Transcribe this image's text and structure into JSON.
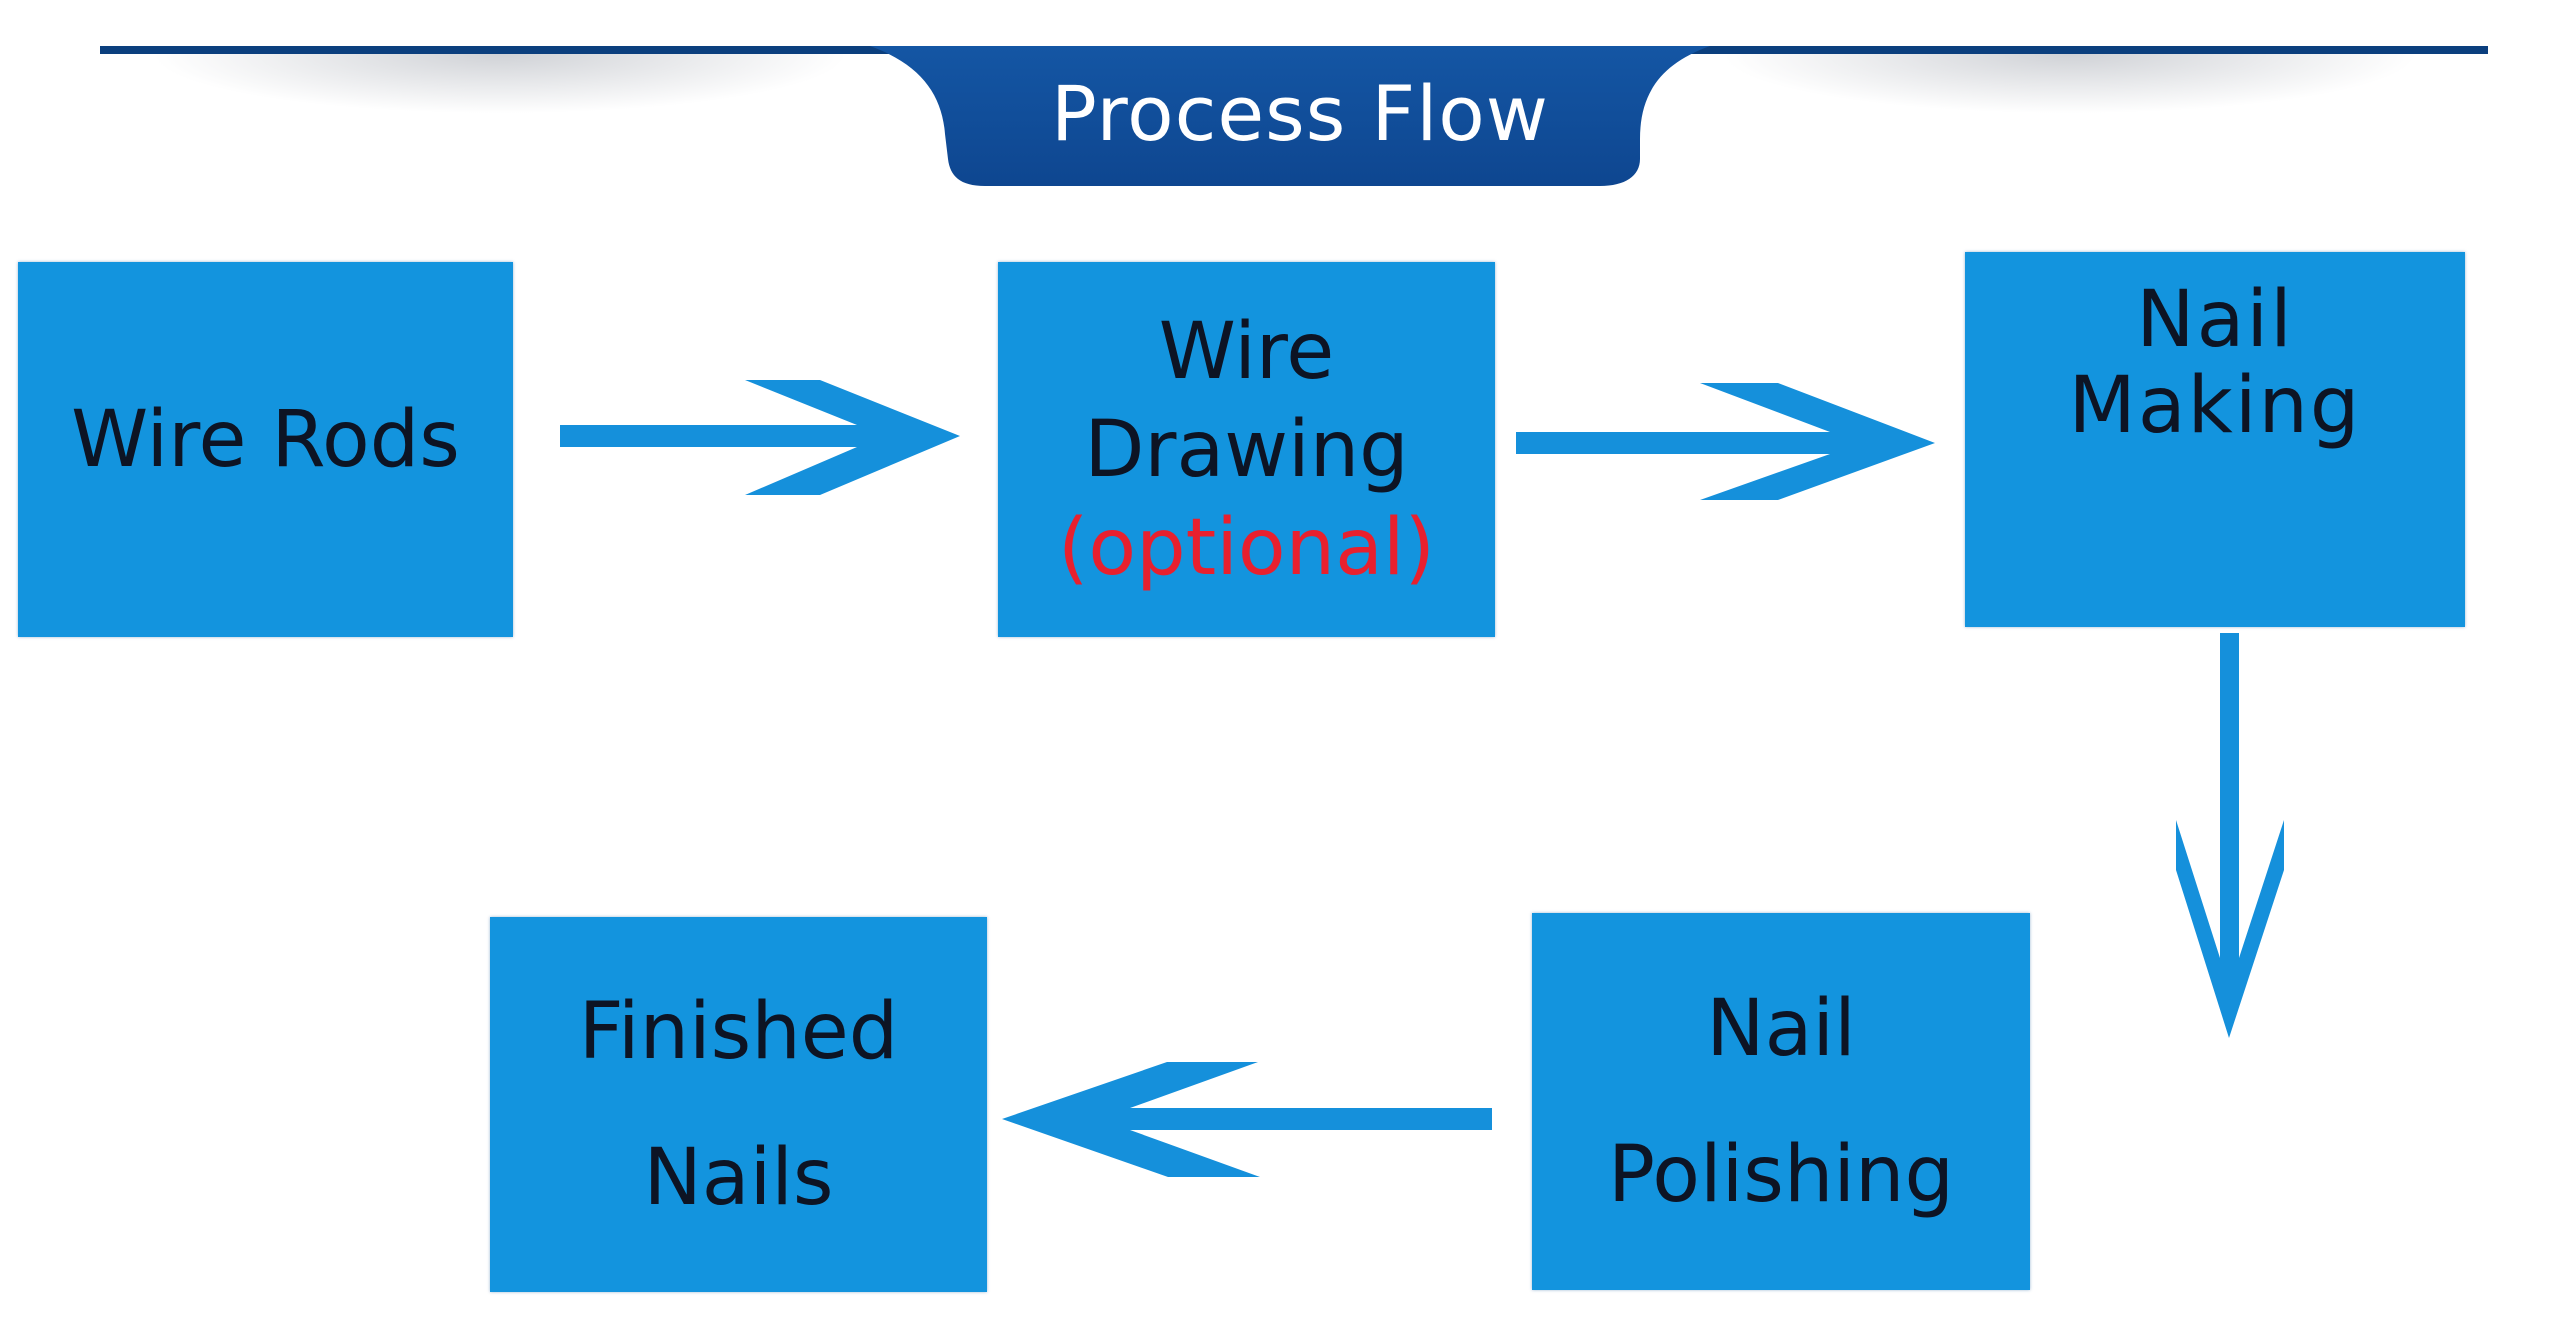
{
  "header": {
    "title": "Process Flow",
    "accent_color": "#0b3f7e"
  },
  "colors": {
    "box_fill": "#1394de",
    "arrow_fill": "#1590db",
    "text": "#0d1424",
    "optional_text": "#e8202e"
  },
  "steps": [
    {
      "id": "wire-rods",
      "lines": [
        "Wire Rods"
      ]
    },
    {
      "id": "wire-drawing",
      "lines": [
        "Wire",
        "Drawing"
      ],
      "note": "(optional)"
    },
    {
      "id": "nail-making",
      "lines": [
        "Nail",
        "Making"
      ]
    },
    {
      "id": "nail-polishing",
      "lines": [
        "Nail",
        "Polishing"
      ]
    },
    {
      "id": "finished-nails",
      "lines": [
        "Finished",
        "Nails"
      ]
    }
  ],
  "connections": [
    {
      "from": "wire-rods",
      "to": "wire-drawing",
      "direction": "right"
    },
    {
      "from": "wire-drawing",
      "to": "nail-making",
      "direction": "right"
    },
    {
      "from": "nail-making",
      "to": "nail-polishing",
      "direction": "down"
    },
    {
      "from": "nail-polishing",
      "to": "finished-nails",
      "direction": "left"
    }
  ]
}
